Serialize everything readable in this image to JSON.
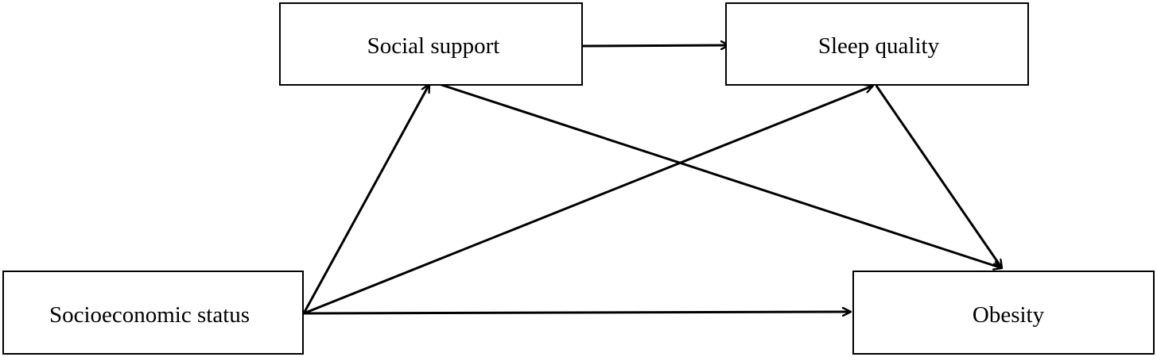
{
  "nodes": [
    {
      "id": "social_support",
      "label": "Social support"
    },
    {
      "id": "sleep_quality",
      "label": "Sleep quality"
    },
    {
      "id": "socioeconomic_status",
      "label": "Socioeconomic status"
    },
    {
      "id": "obesity",
      "label": "Obesity"
    }
  ],
  "edges": [
    {
      "from": "social_support",
      "to": "sleep_quality"
    },
    {
      "from": "socioeconomic_status",
      "to": "social_support"
    },
    {
      "from": "socioeconomic_status",
      "to": "sleep_quality"
    },
    {
      "from": "socioeconomic_status",
      "to": "obesity"
    },
    {
      "from": "social_support",
      "to": "obesity"
    },
    {
      "from": "sleep_quality",
      "to": "obesity"
    }
  ],
  "colors": {
    "stroke": "#000000",
    "background": "#ffffff"
  }
}
